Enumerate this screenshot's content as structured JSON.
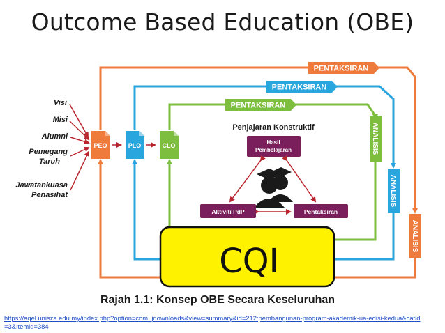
{
  "title": "Outcome Based Education (OBE)",
  "inputs": [
    "Visi",
    "Misi",
    "Alumni",
    "Pemegang",
    "Taruh",
    "Jawatankuasa",
    "Penasihat"
  ],
  "boxes": {
    "peo": "PEO",
    "plo": "PLO",
    "clo": "CLO"
  },
  "loops": {
    "outer_assess": "PENTAKSIRAN",
    "middle_assess": "PENTAKSIRAN",
    "inner_assess": "PENTAKSIRAN",
    "outer_analysis": "ANALISIS",
    "middle_analysis": "ANALISIS",
    "inner_analysis": "ANALISIS"
  },
  "constructive": {
    "heading": "Penjajaran Konstruktif",
    "outcome_line1": "Hasil",
    "outcome_line2": "Pembelajaran",
    "activity": "Aktiviti PdP",
    "assessment": "Pentaksiran"
  },
  "cqi": "CQI",
  "caption": "Rajah 1.1: Konsep OBE Secara Keseluruhan",
  "source_url": "https://aqel.unisza.edu.my/index.php?option=com_jdownloads&view=summary&id=212:pembangunan-program-akademik-ua-edisi-kedua&catid=3&Itemid=384",
  "colors": {
    "orange": "#EE7A3B",
    "blue": "#2AA6DE",
    "green": "#7DBE3F",
    "maroon": "#7A1F5C",
    "red": "#B9262F",
    "cqi_fill": "#FFF200"
  }
}
